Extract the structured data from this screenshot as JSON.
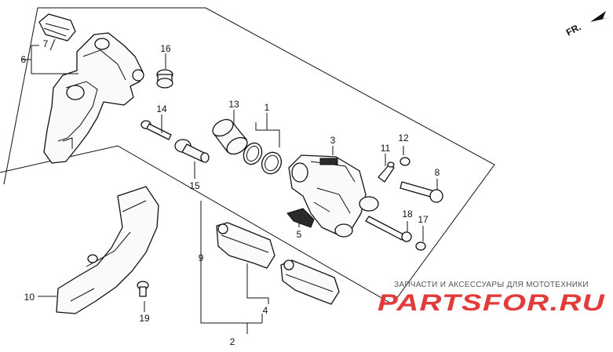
{
  "orientation": {
    "label": "FR."
  },
  "callouts": {
    "c1": "1",
    "c2": "2",
    "c3": "3",
    "c4": "4",
    "c5": "5",
    "c6": "6",
    "c7": "7",
    "c8": "8",
    "c9": "9",
    "c10": "10",
    "c11": "11",
    "c12": "12",
    "c13": "13",
    "c14": "14",
    "c15": "15",
    "c16": "16",
    "c17": "17",
    "c18": "18",
    "c19": "19"
  },
  "watermark": {
    "tagline": "ЗАПЧАСТИ И АКСЕССУАРЫ ДЛЯ МОТОТЕХНИКИ",
    "logo": "PARTSFOR.RU"
  },
  "colors": {
    "line": "#111111",
    "watermark_logo": "#e33a3a",
    "watermark_text": "#555555"
  }
}
